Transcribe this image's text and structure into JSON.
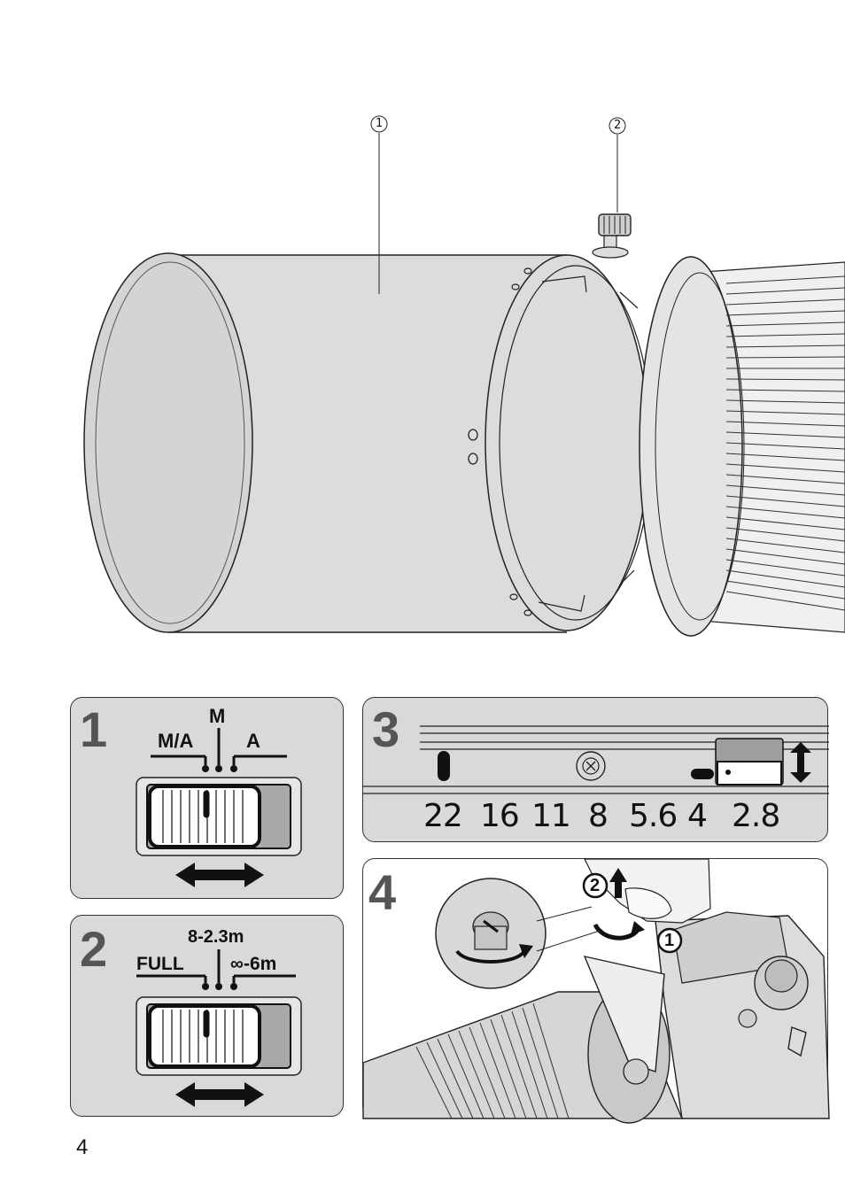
{
  "main_figure": {
    "callout_1": "1",
    "callout_2": "2"
  },
  "panel_1": {
    "number": "1",
    "label_m": "M",
    "label_ma": "M/A",
    "label_a": "A"
  },
  "panel_2": {
    "number": "2",
    "label_range": "8-2.3m",
    "label_full": "FULL",
    "label_inf": "∞-6m"
  },
  "panel_3": {
    "number": "3",
    "apertures": [
      "22",
      "16",
      "11",
      "8",
      "5.6",
      "4",
      "2.8"
    ]
  },
  "panel_4": {
    "number": "4",
    "step_1": "1",
    "step_2": "2"
  },
  "page_number": "4",
  "colors": {
    "panel_bg": "#d9d9d9",
    "hood_fill": "#dcdcdc",
    "outline": "#222222"
  }
}
